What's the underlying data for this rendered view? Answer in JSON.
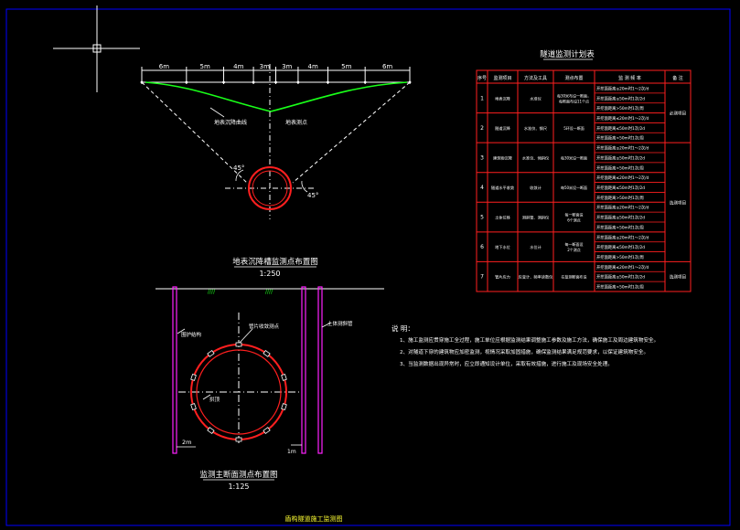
{
  "drawing": {
    "bottom_title": "盾构隧道施工监测图"
  },
  "settlement_profile": {
    "spacings": [
      "6m",
      "5m",
      "4m",
      "3m",
      "3m",
      "4m",
      "5m",
      "6m"
    ],
    "curve_label": "地表沉降曲线",
    "point_label": "地表测点",
    "angle_left": "45°",
    "angle_right": "45°",
    "title": "地表沉降槽监测点布置图",
    "scale": "1:250"
  },
  "cross_section": {
    "left_label": "围护结构",
    "right_label": "土体测斜管",
    "top_label": "管片收敛测点",
    "inner_label": "拱顶",
    "dim_left": "2m",
    "dim_right": "1m",
    "title": "监测主断面测点布置图",
    "scale": "1:125"
  },
  "table": {
    "title": "隧道监测计划表",
    "headers": [
      "序号",
      "监测项目",
      "方法及工具",
      "测点布置",
      "监 测 频 率",
      "备 注"
    ],
    "rows": [
      {
        "no": "1",
        "item": "地表沉降",
        "method": "水准仪",
        "points": "每30米布设一断面，每断面布设11个点",
        "freq": [
          "开挖面距离≤20m时1～2次/d",
          "开挖面距离≤50m时1次/2d",
          "开挖面距离>50m时1次/周"
        ]
      },
      {
        "no": "2",
        "item": "隧道沉降",
        "method": "水准仪、钢尺",
        "points": "5环设一断面",
        "freq": [
          "开挖面距离≤20m时1～2次/d",
          "开挖面距离≤50m时1次/2d",
          "开挖面距离>50m时1次/周"
        ]
      },
      {
        "no": "3",
        "item": "建筑物沉降",
        "method": "水准仪、倾斜仪",
        "points": "每30米设一断面",
        "freq": [
          "开挖面距离≤20m时1～2次/d",
          "开挖面距离≤50m时1次/2d",
          "开挖面距离>50m时1次/周"
        ]
      },
      {
        "no": "4",
        "item": "隧道水平收敛",
        "method": "收敛计",
        "points": "每50米设一断面",
        "freq": [
          "开挖面距离≤20m时1～2次/d",
          "开挖面距离≤50m时1次/2d",
          "开挖面距离>50m时1次/周"
        ]
      },
      {
        "no": "5",
        "item": "土体位移",
        "method": "测斜管、测斜仪",
        "points": "每一断面设6个测点",
        "freq": [
          "开挖面距离≤20m时1～2次/d",
          "开挖面距离≤50m时1次/2d",
          "开挖面距离>50m时1次/周"
        ]
      },
      {
        "no": "6",
        "item": "地下水位",
        "method": "水位计",
        "points": "每一断面设2个测点",
        "freq": [
          "开挖面距离≤20m时1～2次/d",
          "开挖面距离≤50m时1次/2d",
          "开挖面距离>50m时1次/周"
        ]
      },
      {
        "no": "7",
        "item": "管片应力",
        "method": "应变计、频率读数仪",
        "points": "在监测断面布设",
        "freq": [
          "开挖面距离≤20m时1～2次/d",
          "开挖面距离≤50m时1次/2d",
          "开挖面距离>50m时1次/周"
        ]
      }
    ],
    "remarks": [
      "必测项目",
      "选测项目",
      "选测项目"
    ]
  },
  "notes": {
    "title": "说 明：",
    "items": [
      "1、施工监测应贯穿施工全过程，施工单位应根据监测结果调整施工参数及施工方法，确保施工及周边建筑物安全。",
      "2、对隧道下穿的建筑物应加密监测，视情况采取加固措施，确保监测结果满足规范要求，以保证建筑物安全。",
      "3、当监测数据出现异常时，应立即通知设计单位，采取有效措施，进行施工及现场安全处理。"
    ]
  },
  "colors": {
    "background": "#000000",
    "line": "#ffffff",
    "dim": "#cccccc",
    "accent_red": "#ff1f1f",
    "curve_green": "#19ff19",
    "wall_magenta": "#ff22ff",
    "title_yellow": "#ffff33",
    "crosshair": "#ffffff"
  }
}
